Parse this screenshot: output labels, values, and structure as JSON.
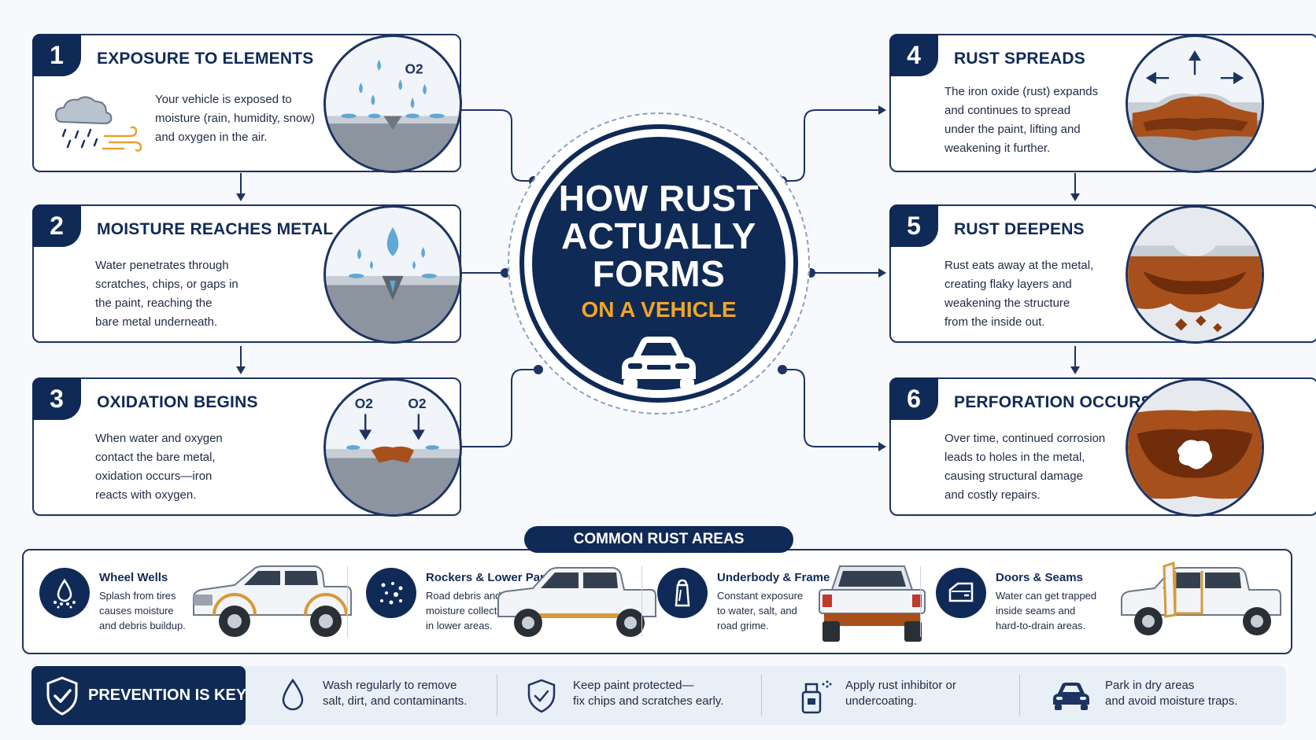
{
  "center": {
    "title_lines": [
      "HOW RUST",
      "ACTUALLY",
      "FORMS"
    ],
    "subtitle": "ON A VEHICLE",
    "icon": "car-front-icon"
  },
  "steps": [
    {
      "number": "1",
      "title": "EXPOSURE TO ELEMENTS",
      "desc": [
        "Your vehicle is exposed to",
        "moisture (rain, humidity, snow)",
        "and oxygen in the air."
      ],
      "icon": "rain-cloud-wind-icon",
      "illustration_label": "O2"
    },
    {
      "number": "2",
      "title": "MOISTURE REACHES METAL",
      "desc": [
        "Water penetrates through",
        "scratches, chips, or gaps in",
        "the paint, reaching the",
        "bare metal underneath."
      ]
    },
    {
      "number": "3",
      "title": "OXIDATION BEGINS",
      "desc": [
        "When water and oxygen",
        "contact the bare metal,",
        "oxidation occurs—iron",
        "reacts with oxygen."
      ],
      "illustration_labels": [
        "O2",
        "O2"
      ]
    },
    {
      "number": "4",
      "title": "RUST SPREADS",
      "desc": [
        "The iron oxide (rust) expands",
        "and continues to spread",
        "under the paint, lifting and",
        "weakening it further."
      ]
    },
    {
      "number": "5",
      "title": "RUST DEEPENS",
      "desc": [
        "Rust eats away at the metal,",
        "creating flaky layers and",
        "weakening the structure",
        "from the inside out."
      ]
    },
    {
      "number": "6",
      "title": "PERFORATION OCCURS",
      "desc": [
        "Over time, continued corrosion",
        "leads to holes in the metal,",
        "causing structural damage",
        "and costly repairs."
      ]
    }
  ],
  "areas": {
    "title": "COMMON RUST AREAS",
    "items": [
      {
        "title": "Wheel Wells",
        "desc": [
          "Splash from tires",
          "causes moisture",
          "and debris buildup."
        ],
        "icon": "splash-drop-icon"
      },
      {
        "title": "Rockers & Lower Panels",
        "desc": [
          "Road debris and",
          "moisture collect",
          "in lower areas."
        ],
        "icon": "debris-dots-icon"
      },
      {
        "title": "Underbody & Frame",
        "desc": [
          "Constant exposure",
          "to water, salt, and",
          "road grime."
        ],
        "icon": "salt-shaker-icon"
      },
      {
        "title": "Doors & Seams",
        "desc": [
          "Water can get trapped",
          "inside seams and",
          "hard-to-drain areas."
        ],
        "icon": "car-door-icon"
      }
    ]
  },
  "prevention": {
    "label": "PREVENTION IS KEY",
    "icon": "shield-check-icon",
    "tips": [
      {
        "lines": [
          "Wash regularly to remove",
          "salt, dirt, and contaminants."
        ],
        "icon": "water-drop-icon"
      },
      {
        "lines": [
          "Keep paint protected—",
          "fix chips and scratches early."
        ],
        "icon": "shield-check-icon"
      },
      {
        "lines": [
          "Apply rust inhibitor or",
          "undercoating."
        ],
        "icon": "spray-bottle-icon"
      },
      {
        "lines": [
          "Park in dry areas",
          "and avoid moisture traps."
        ],
        "icon": "car-front-icon"
      }
    ]
  },
  "colors": {
    "navy": "#102a57",
    "accent": "#f0a528",
    "rust": "#a8501c",
    "water": "#5fa8d8"
  }
}
